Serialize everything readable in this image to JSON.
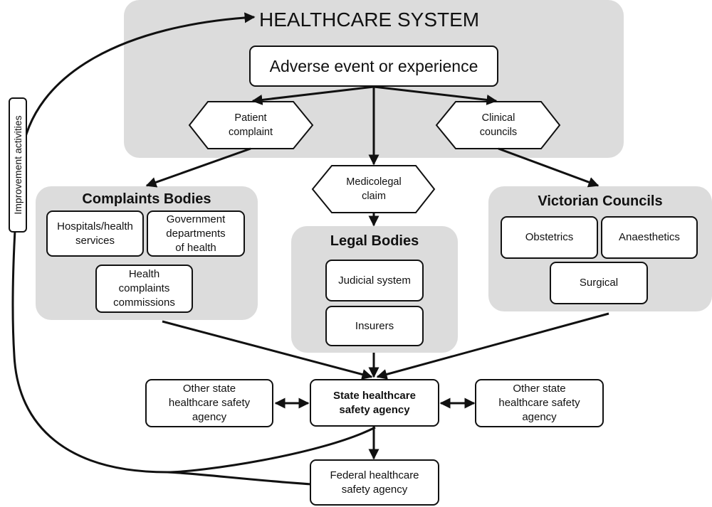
{
  "healthcare_system": {
    "title": "HEALTHCARE SYSTEM",
    "adverse_event": "Adverse event or experience",
    "patient_complaint": "Patient\ncomplaint",
    "clinical_councils": "Clinical\ncouncils",
    "medicolegal_claim": "Medicolegal\nclaim"
  },
  "complaints_bodies": {
    "title": "Complaints Bodies",
    "hospitals": "Hospitals/health\nservices",
    "government": "Government\ndepartments\nof health",
    "health_commissions": "Health\ncomplaints\ncommissions"
  },
  "legal_bodies": {
    "title": "Legal Bodies",
    "judicial": "Judicial system",
    "insurers": "Insurers"
  },
  "victorian_councils": {
    "title": "Victorian Councils",
    "obstetrics": "Obstetrics",
    "anaesthetics": "Anaesthetics",
    "surgical": "Surgical"
  },
  "agencies": {
    "other_state_left": "Other state\nhealthcare safety\nagency",
    "state": "State healthcare\nsafety agency",
    "other_state_right": "Other state\nhealthcare safety\nagency",
    "federal": "Federal healthcare\nsafety agency"
  },
  "improvement_activities": "Improvement activities"
}
